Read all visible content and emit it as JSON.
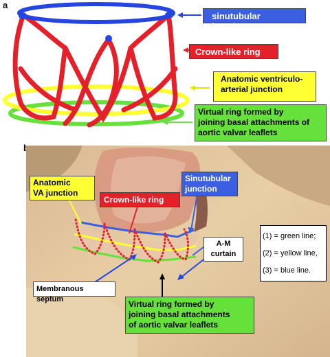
{
  "panel_a": {
    "letter": "a",
    "labels": {
      "sinutubular": "sinutubular junction",
      "crown": "Crown-like ring",
      "ventriculo_line1": "Anatomic ventriculo-",
      "ventriculo_line2": "arterial junction",
      "virtual_line1": "Virtual ring formed by",
      "virtual_line2": "joining basal attachments of",
      "virtual_line3": "aortic valvar leaflets"
    }
  },
  "panel_b": {
    "letter": "b",
    "labels": {
      "anatomic_va_line1": "Anatomic",
      "anatomic_va_line2": "VA junction",
      "crown": "Crown-like ring",
      "sinutubular_line1": "Sinutubular",
      "sinutubular_line2": "junction",
      "am_line1": "A-M",
      "am_line2": "curtain",
      "membranous": "Membranous septum",
      "virtual_line1": "Virtual ring formed by",
      "virtual_line2": "joining basal attachments",
      "virtual_line3": "of aortic valvar leaflets"
    },
    "legend": [
      "(1) = green line;",
      "(2) = yellow line,",
      "(3) = blue line."
    ]
  },
  "colors": {
    "blue": "#3b5fe0",
    "red": "#e4202a",
    "yellow": "#ffff33",
    "green": "#66e03a"
  }
}
